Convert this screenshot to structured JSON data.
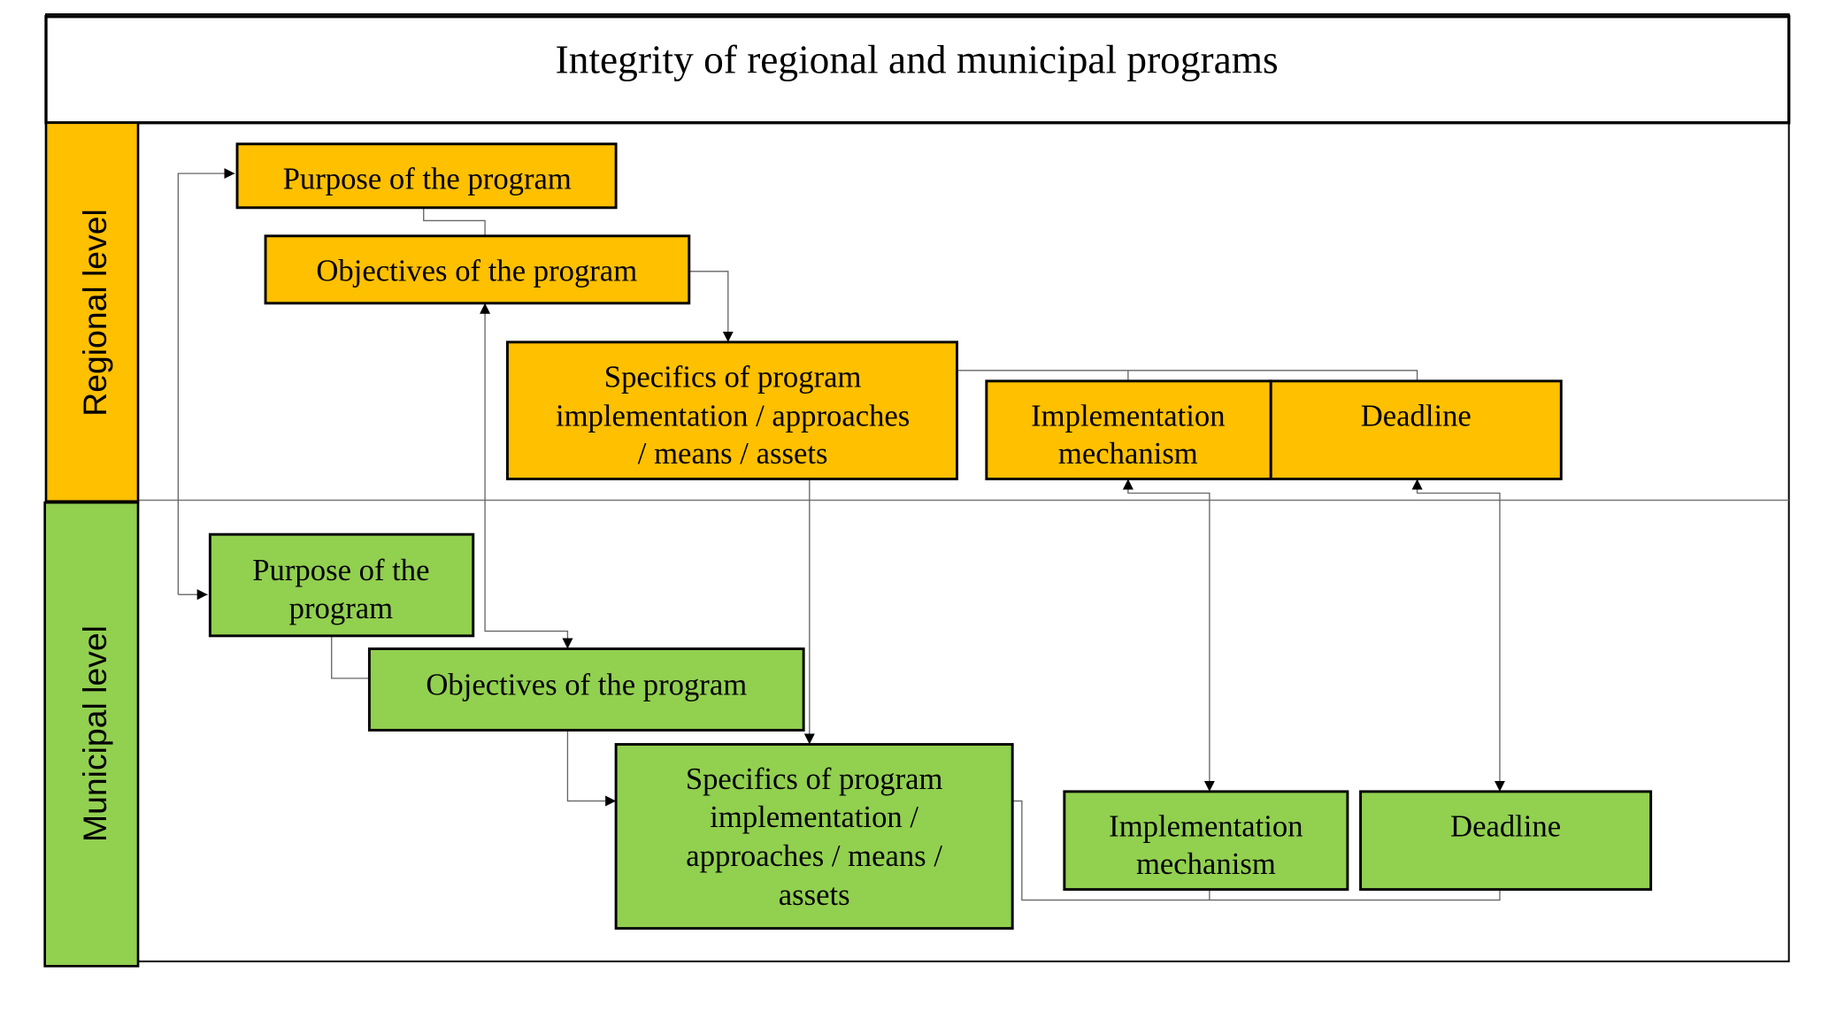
{
  "title": "Integrity of regional and municipal programs",
  "colors": {
    "regional": "#FFC000",
    "municipal": "#92D050"
  },
  "regional": {
    "label": "Regional level",
    "purpose": "Purpose of the program",
    "objectives": "Objectives of the program",
    "specifics": [
      "Specifics of program",
      "implementation / approaches",
      "/ means / assets"
    ],
    "mechanism": [
      "Implementation",
      "mechanism"
    ],
    "deadline": "Deadline"
  },
  "municipal": {
    "label": "Municipal level",
    "purpose": [
      "Purpose of the",
      "program"
    ],
    "objectives": "Objectives of the program",
    "specifics": [
      "Specifics of program",
      "implementation /",
      "approaches / means /",
      "assets"
    ],
    "mechanism": [
      "Implementation",
      "mechanism"
    ],
    "deadline": "Deadline"
  }
}
